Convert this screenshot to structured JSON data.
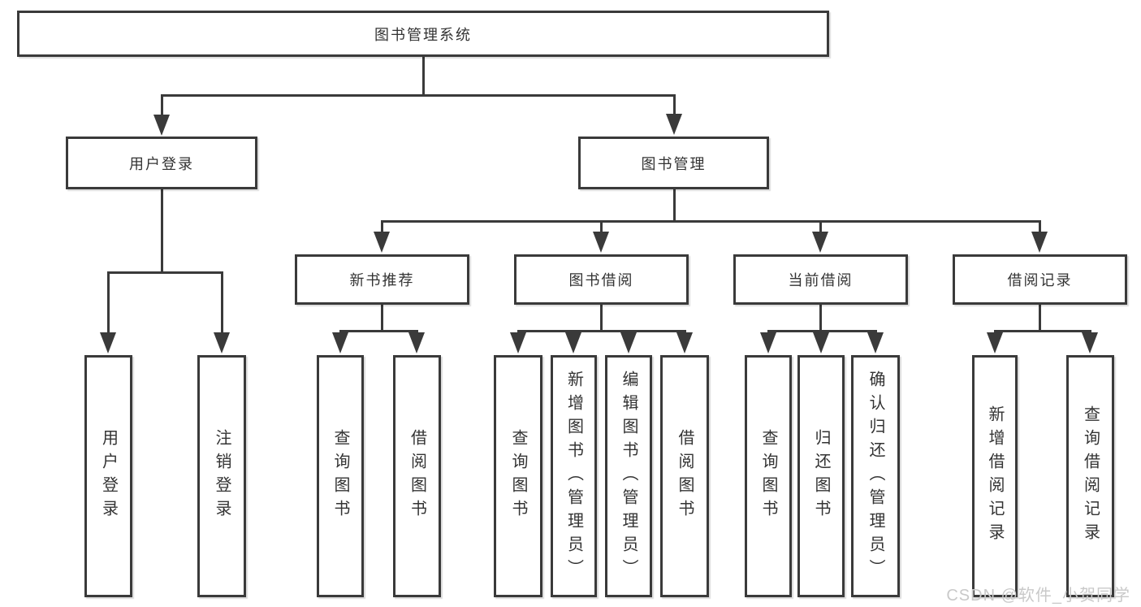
{
  "diagram": {
    "root": {
      "label": "图书管理系统"
    },
    "level2": [
      {
        "label": "用户登录"
      },
      {
        "label": "图书管理"
      }
    ],
    "level3": [
      {
        "label": "新书推荐"
      },
      {
        "label": "图书借阅"
      },
      {
        "label": "当前借阅"
      },
      {
        "label": "借阅记录"
      }
    ],
    "level4": [
      {
        "parent": "用户登录",
        "items": [
          "用户登录",
          "注销登录"
        ]
      },
      {
        "parent": "新书推荐",
        "items": [
          "查询图书",
          "借阅图书"
        ]
      },
      {
        "parent": "图书借阅",
        "items": [
          "查询图书",
          "新增图书（管理员）",
          "编辑图书（管理员）",
          "借阅图书"
        ]
      },
      {
        "parent": "当前借阅",
        "items": [
          "查询图书",
          "归还图书",
          "确认归还（管理员）"
        ]
      },
      {
        "parent": "借阅记录",
        "items": [
          "新增借阅记录",
          "查询借阅记录"
        ]
      }
    ],
    "watermark": "CSDN @软件_小贺同学",
    "colors": {
      "line": "#3a3a3a",
      "box_border": "#3a3a3a",
      "text": "#333333",
      "watermark": "#c9c9c9",
      "background": "#ffffff"
    }
  }
}
